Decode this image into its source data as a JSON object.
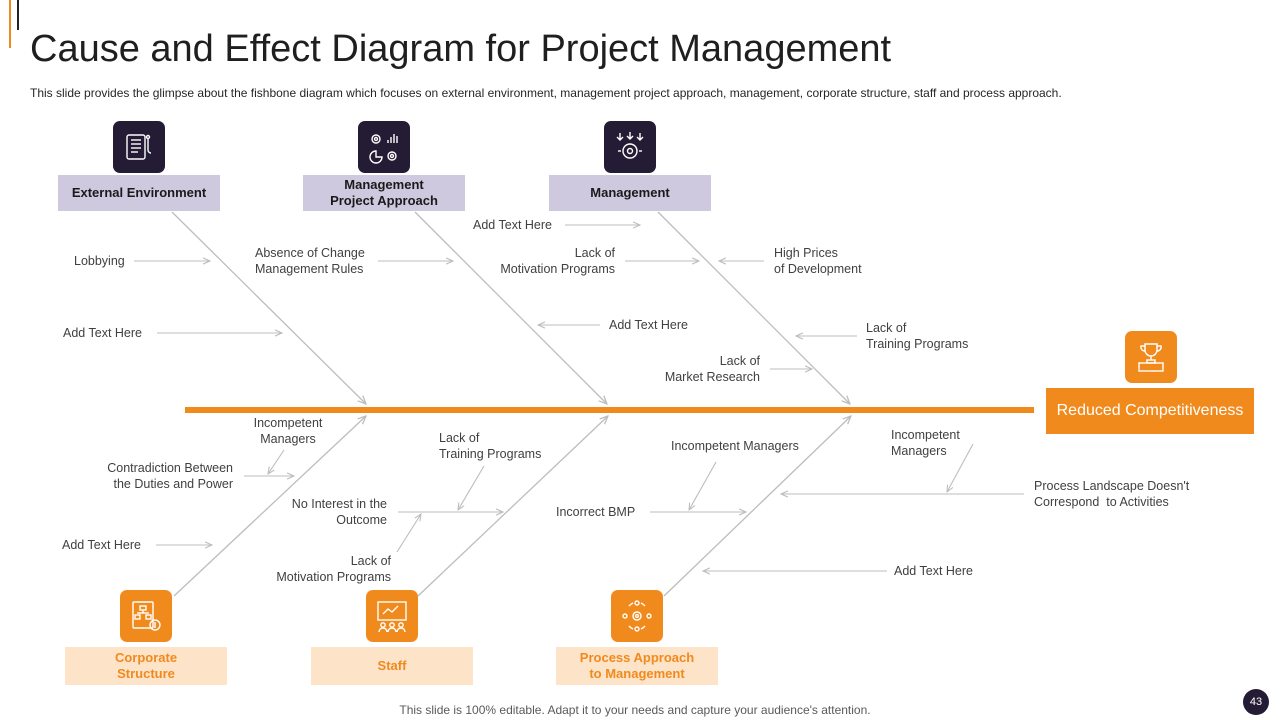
{
  "header": {
    "title": "Cause and Effect Diagram for Project Management",
    "subtitle": "This slide provides the glimpse about the fishbone diagram which focuses on external environment, management project approach, management, corporate structure, staff and process approach."
  },
  "categories_top": [
    {
      "label": "External Environment",
      "icon": "document-device-icon"
    },
    {
      "label": "Management\nProject Approach",
      "icon": "gears-chart-icon"
    },
    {
      "label": "Management",
      "icon": "gear-arrows-icon"
    }
  ],
  "categories_bottom": [
    {
      "label": "Corporate\nStructure",
      "icon": "org-chart-dollar-icon"
    },
    {
      "label": "Staff",
      "icon": "presentation-team-icon"
    },
    {
      "label": "Process Approach\nto Management",
      "icon": "people-cycle-icon"
    }
  ],
  "effect": {
    "label": "Reduced Competitiveness",
    "icon": "trophy-icon"
  },
  "causes": {
    "lobbying": "Lobbying",
    "ext_add_text": "Add Text Here",
    "absence_change": "Absence of Change\nManagement Rules",
    "mpa_add_text": "Add Text Here",
    "mgmt_add_text": "Add Text Here",
    "lack_motivation_top": "Lack of\nMotivation Programs",
    "high_prices": "High Prices\nof Development",
    "lack_training_top": "Lack of\nTraining Programs",
    "lack_market": "Lack of\nMarket Research",
    "incompetent_corp": "Incompetent\nManagers",
    "contradiction": "Contradiction Between\nthe Duties and Power",
    "corp_add_text": "Add Text Here",
    "lack_training_staff": "Lack of\nTraining Programs",
    "no_interest": "No Interest in the\nOutcome",
    "lack_motivation_staff": "Lack of\nMotivation Programs",
    "incompetent_process1": "Incompetent Managers",
    "incorrect_bmp": "Incorrect BMP",
    "incompetent_process2": "Incompetent\nManagers",
    "process_landscape": "Process Landscape Doesn't\nCorrespond  to Activities",
    "process_add_text": "Add Text Here"
  },
  "footer": "This slide is 100% editable. Adapt it to your needs and capture your audience's attention.",
  "page_number": "43",
  "colors": {
    "accent": "#f18a1d",
    "dark": "#231c34",
    "top_box": "#cfc9df",
    "bottom_box": "#fde3c8",
    "line": "#bdbdbd"
  }
}
